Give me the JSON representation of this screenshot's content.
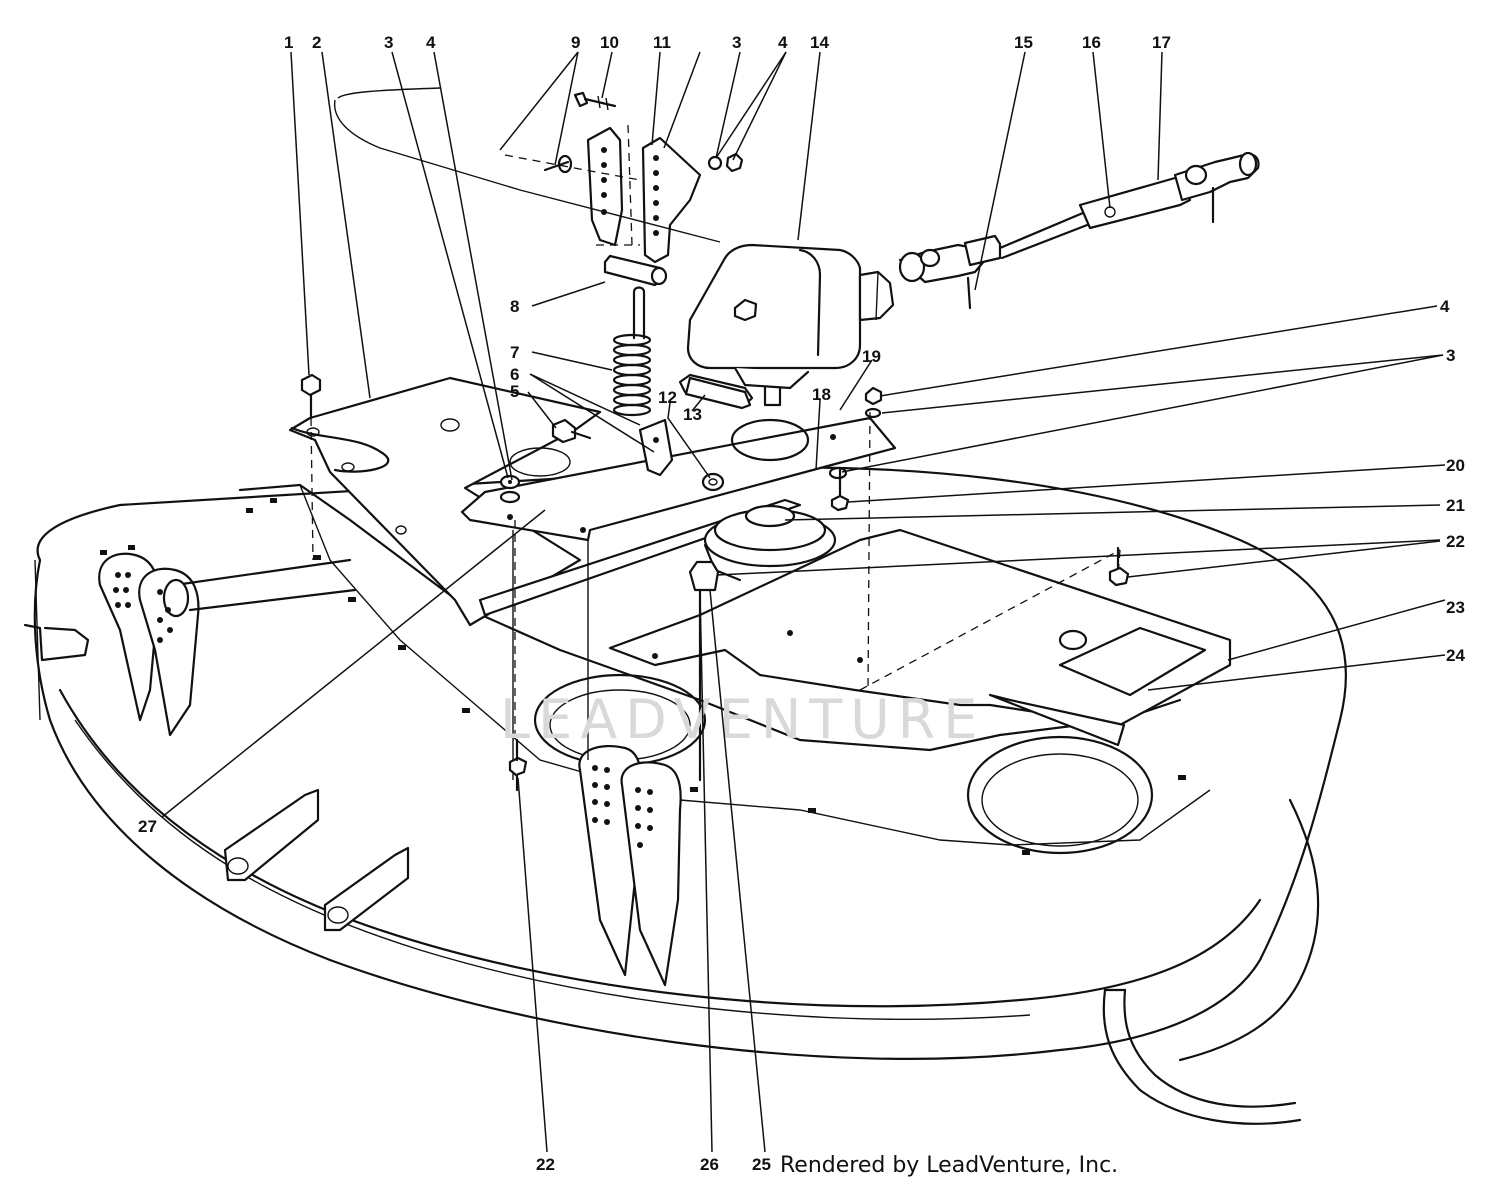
{
  "callouts": [
    {
      "label": "1"
    },
    {
      "label": "2"
    },
    {
      "label": "3"
    },
    {
      "label": "4"
    },
    {
      "label": "9"
    },
    {
      "label": "10"
    },
    {
      "label": "11"
    },
    {
      "label": "3"
    },
    {
      "label": "4"
    },
    {
      "label": "14"
    },
    {
      "label": "15"
    },
    {
      "label": "16"
    },
    {
      "label": "17"
    },
    {
      "label": "8"
    },
    {
      "label": "7"
    },
    {
      "label": "6"
    },
    {
      "label": "5"
    },
    {
      "label": "12"
    },
    {
      "label": "13"
    },
    {
      "label": "18"
    },
    {
      "label": "19"
    },
    {
      "label": "4"
    },
    {
      "label": "3"
    },
    {
      "label": "20"
    },
    {
      "label": "21"
    },
    {
      "label": "22"
    },
    {
      "label": "23"
    },
    {
      "label": "24"
    },
    {
      "label": "27"
    },
    {
      "label": "22"
    },
    {
      "label": "26"
    },
    {
      "label": "25"
    }
  ],
  "watermark": "LEADVENTURE",
  "credit": "Rendered by LeadVenture, Inc."
}
